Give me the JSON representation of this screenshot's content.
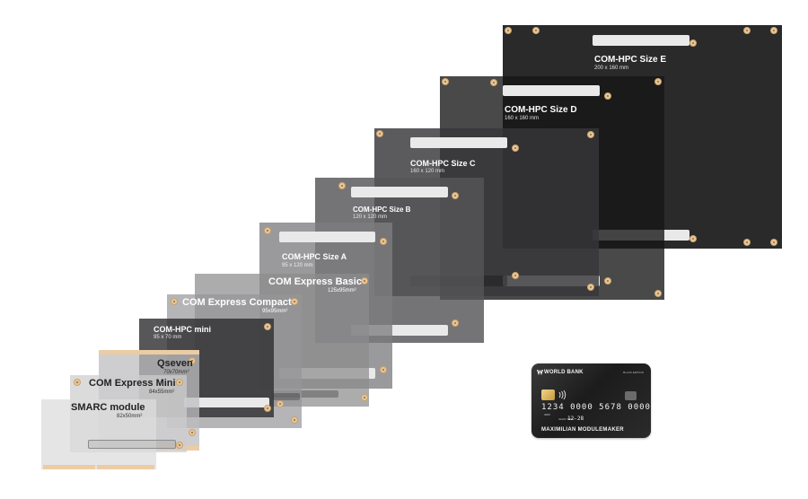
{
  "boards": [
    {
      "id": "com-hpc-size-e",
      "title": "COM-HPC Size E",
      "subtitle": "200 x 160 mm"
    },
    {
      "id": "com-hpc-size-d",
      "title": "COM-HPC Size D",
      "subtitle": "160 x 160 mm"
    },
    {
      "id": "com-hpc-size-c",
      "title": "COM-HPC Size C",
      "subtitle": "160 x 120 mm"
    },
    {
      "id": "com-hpc-size-b",
      "title": "COM-HPC Size B",
      "subtitle": "120 x 120 mm"
    },
    {
      "id": "com-hpc-size-a",
      "title": "COM-HPC Size A",
      "subtitle": "95 x 120 mm"
    },
    {
      "id": "com-express-basic",
      "title": "COM Express Basic",
      "subtitle": "125x95mm²"
    },
    {
      "id": "com-express-compact",
      "title": "COM Express Compact",
      "subtitle": "95x95mm²"
    },
    {
      "id": "com-hpc-mini",
      "title": "COM-HPC mini",
      "subtitle": "95 x 70 mm"
    },
    {
      "id": "qseven",
      "title": "Qseven",
      "subtitle": "70x70mm²"
    },
    {
      "id": "com-express-mini",
      "title": "COM Express Mini",
      "subtitle": "84x55mm²"
    },
    {
      "id": "smarc-module",
      "title": "SMARC module",
      "subtitle": "82x50mm²"
    }
  ],
  "card": {
    "bank_name": "WORLD BANK",
    "tag": "BLACK EDITION",
    "number": "1234  0000  5678  0000",
    "small_code": "4000",
    "valid_label": "VALID THRU",
    "expiry": "12-28",
    "holder": "MAXIMILIAN MODULEMAKER",
    "icons": [
      "chip-icon",
      "contactless-icon",
      "bank-logo-icon"
    ]
  },
  "colors": {
    "hole_fill": "#e8c89a",
    "connector": "#e9e9e9",
    "size_e": "#2a2a2a"
  }
}
